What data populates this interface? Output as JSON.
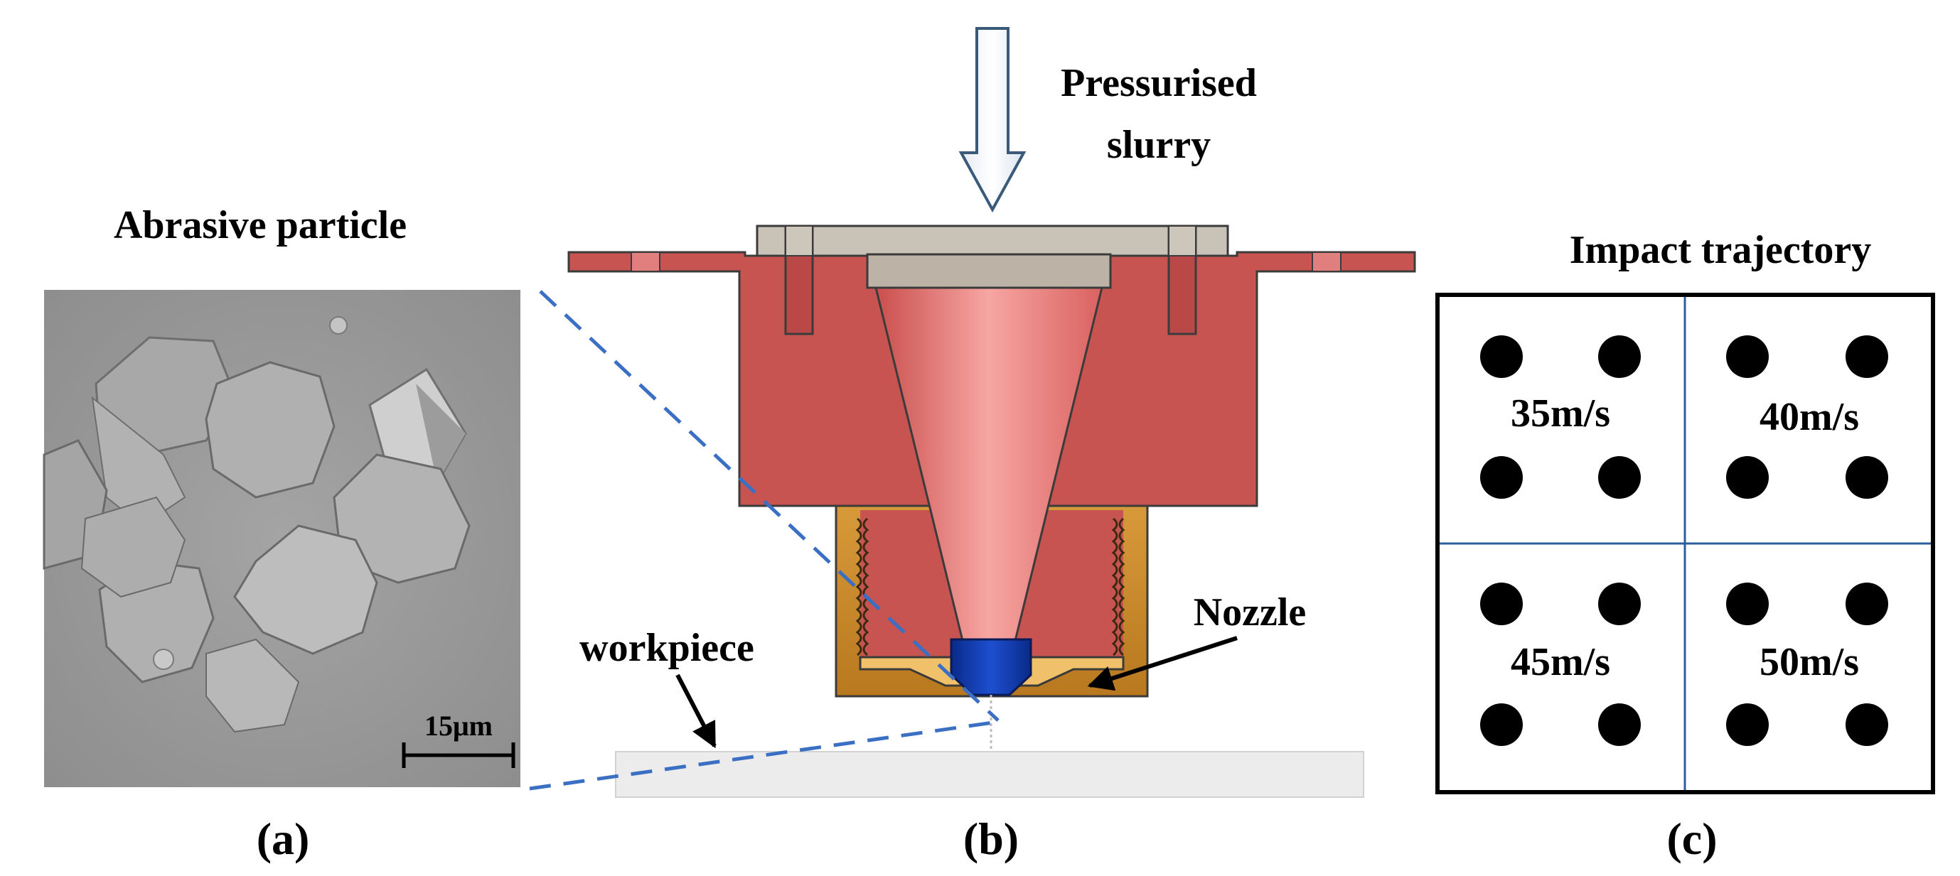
{
  "panel_a": {
    "title": "Abrasive particle",
    "scale_bar_label": "15μm",
    "caption": "(a)"
  },
  "panel_b": {
    "inlet_label_line1": "Pressurised",
    "inlet_label_line2": "slurry",
    "nozzle_label": "Nozzle",
    "workpiece_label": "workpiece",
    "caption": "(b)"
  },
  "panel_c": {
    "title": "Impact trajectory",
    "quadrants": [
      "35m/s",
      "40m/s",
      "45m/s",
      "50m/s"
    ],
    "caption": "(c)"
  },
  "colors": {
    "nozzle_body": "#c85452",
    "cone": "#f08c8a",
    "cap": "#bcb3a6",
    "nut": "#c98a2a",
    "insert": "#0d2f9a",
    "workpiece": "#ededed",
    "guide_line": "#3a6fc4",
    "sem_bg": "#9a9a9a",
    "grid_line": "#2e5d9e"
  }
}
